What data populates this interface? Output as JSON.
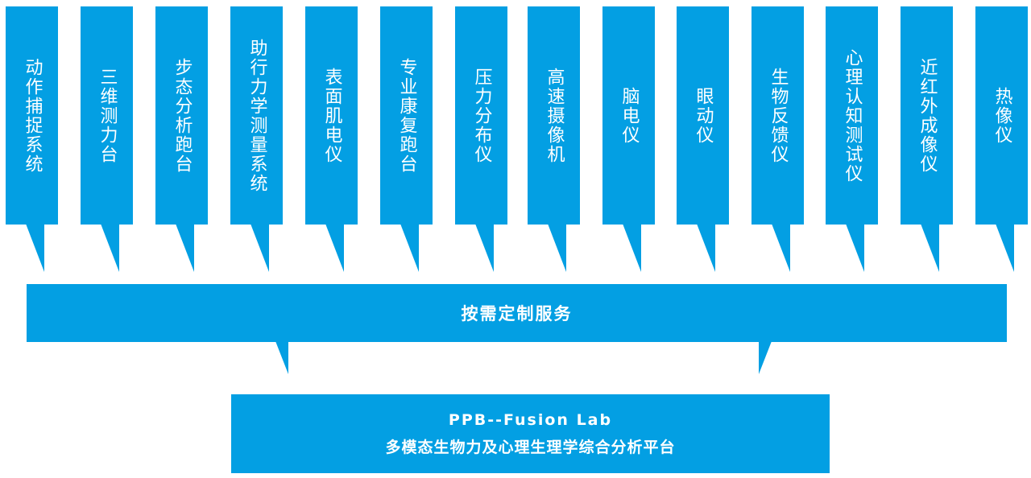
{
  "devices": [
    "动作捕捉系统",
    "三维测力台",
    "步态分析跑台",
    "助行力学测量系统",
    "表面肌电仪",
    "专业康复跑台",
    "压力分布仪",
    "高速摄像机",
    "脑电仪",
    "眼动仪",
    "生物反馈仪",
    "心理认知测试仪",
    "近红外成像仪",
    "热像仪"
  ],
  "service": "按需定制服务",
  "platform": {
    "name": "PPB--Fusion Lab",
    "subtitle": "多模态生物力及心理生理学综合分析平台"
  },
  "colors": {
    "accent": "#039fe3"
  }
}
